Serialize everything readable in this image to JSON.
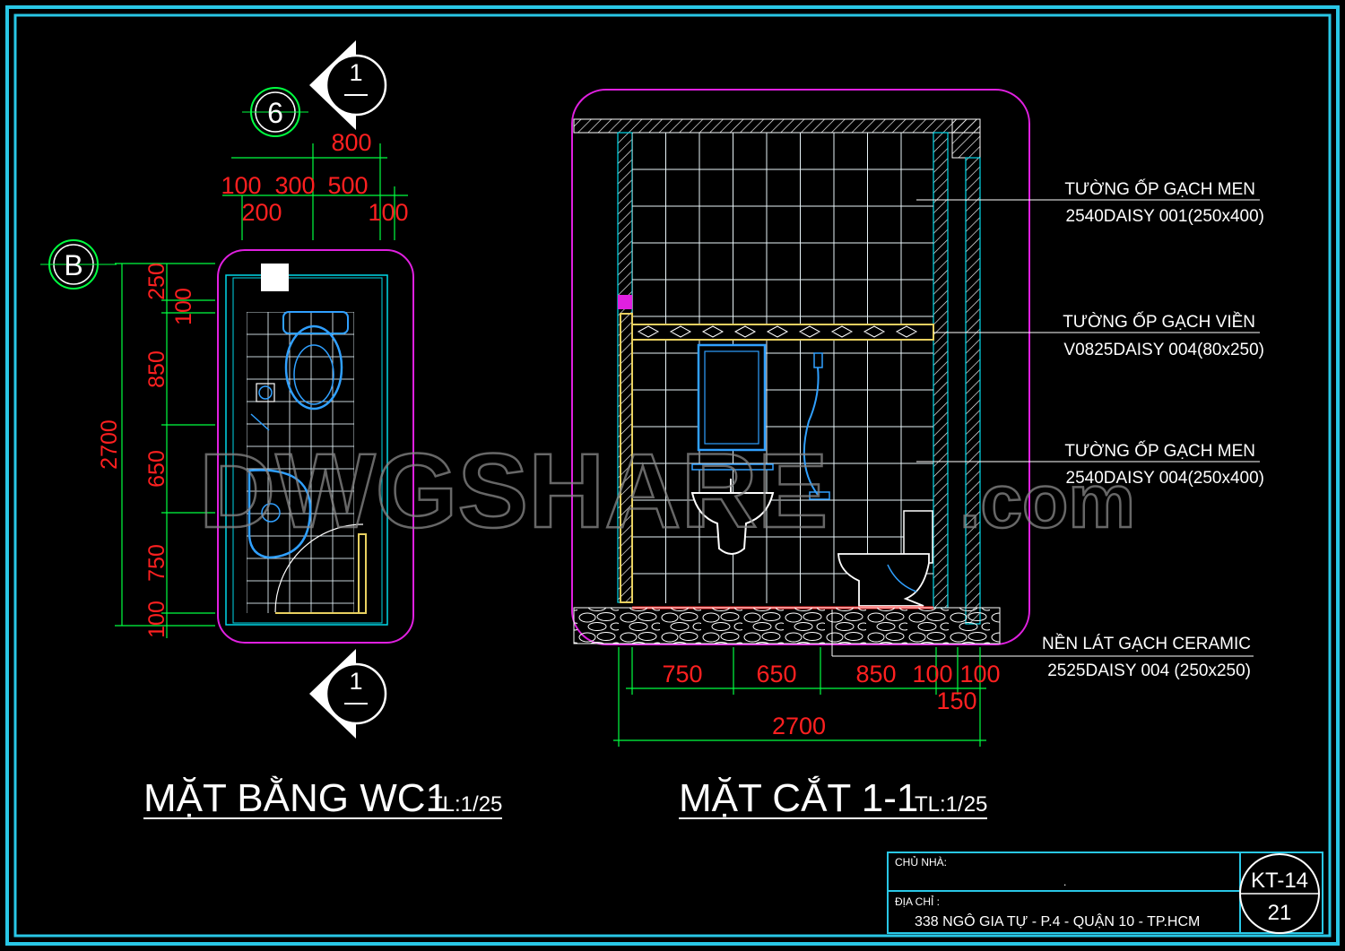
{
  "plan": {
    "title": "MẶT BẰNG WC1",
    "scale": "TL:1/25",
    "grid_col": "6",
    "grid_row": "B",
    "section_mark_top": "1",
    "section_mark_bottom": "1",
    "dims_top": [
      "800",
      "100",
      "300",
      "500",
      "200",
      "100"
    ],
    "dims_left": [
      "250",
      "100",
      "850",
      "650",
      "750",
      "100"
    ],
    "dim_total": "2700"
  },
  "section": {
    "title": "MẶT CẮT 1-1",
    "scale": "TL:1/25",
    "dims_bottom": [
      "750",
      "650",
      "850",
      "100",
      "100",
      "150"
    ],
    "dim_total": "2700"
  },
  "notes": [
    {
      "line1": "TƯỜNG ỐP GẠCH MEN",
      "line2": "2540DAISY 001(250x400)"
    },
    {
      "line1": "TƯỜNG ỐP GẠCH VIỀN",
      "line2": "V0825DAISY 004(80x250)"
    },
    {
      "line1": "TƯỜNG ỐP GẠCH MEN",
      "line2": "2540DAISY 004(250x400)"
    },
    {
      "line1": "NỀN LÁT GẠCH CERAMIC",
      "line2": "2525DAISY 004  (250x250)"
    }
  ],
  "watermark": {
    "main": "DWGSHARE",
    "suffix": ".com"
  },
  "titleblock": {
    "owner_label": "CHỦ NHÀ:",
    "owner_value": ".",
    "address_label": "ĐỊA CHỈ  :",
    "address_value": "338  NGÔ GIA TỰ -   P.4 -   QUẬN 10 - TP.HCM",
    "sheet_code": "KT-14",
    "sheet_number": "21"
  },
  "colors": {
    "frame": "#29c7e6",
    "dimension_text": "#ff2020",
    "magenta": "#e020e0",
    "cyan": "#00d8e8",
    "green": "#00ff40",
    "yellow": "#e8d060"
  }
}
